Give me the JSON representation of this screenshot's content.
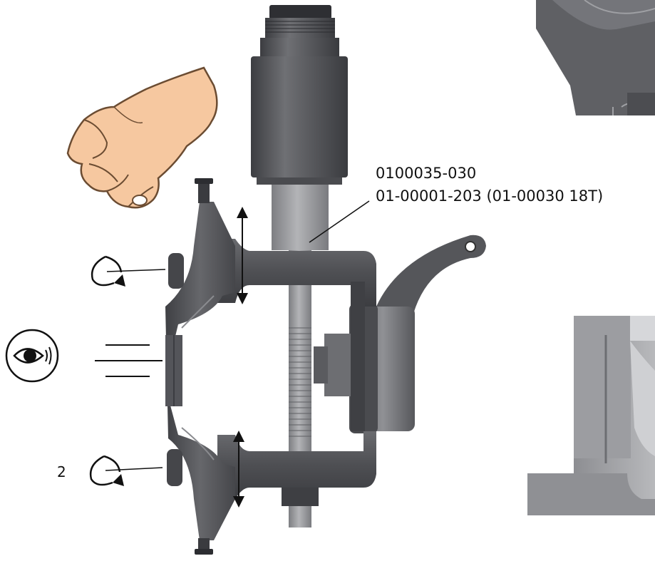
{
  "labels": {
    "part_number_primary": "0100035-030",
    "part_number_secondary": "01-00001-203 (01-00030 18T)",
    "step_number": "2"
  },
  "icons": {
    "hand": "hand-pressing-icon",
    "eye": "eye-inspect-icon",
    "rotate_top": "rotate-clockwise-icon",
    "rotate_bottom": "rotate-clockwise-icon",
    "arrow_top": "double-arrow-vertical-icon",
    "arrow_bottom": "double-arrow-vertical-icon"
  },
  "colors": {
    "metal_dark": "#4a4b4f",
    "metal_mid": "#6b6c70",
    "metal_light": "#8e8f93",
    "shaft": "#9a9b9e",
    "skin": "#f5c89c",
    "skin_outline": "#7a5a3a",
    "line": "#111111"
  }
}
